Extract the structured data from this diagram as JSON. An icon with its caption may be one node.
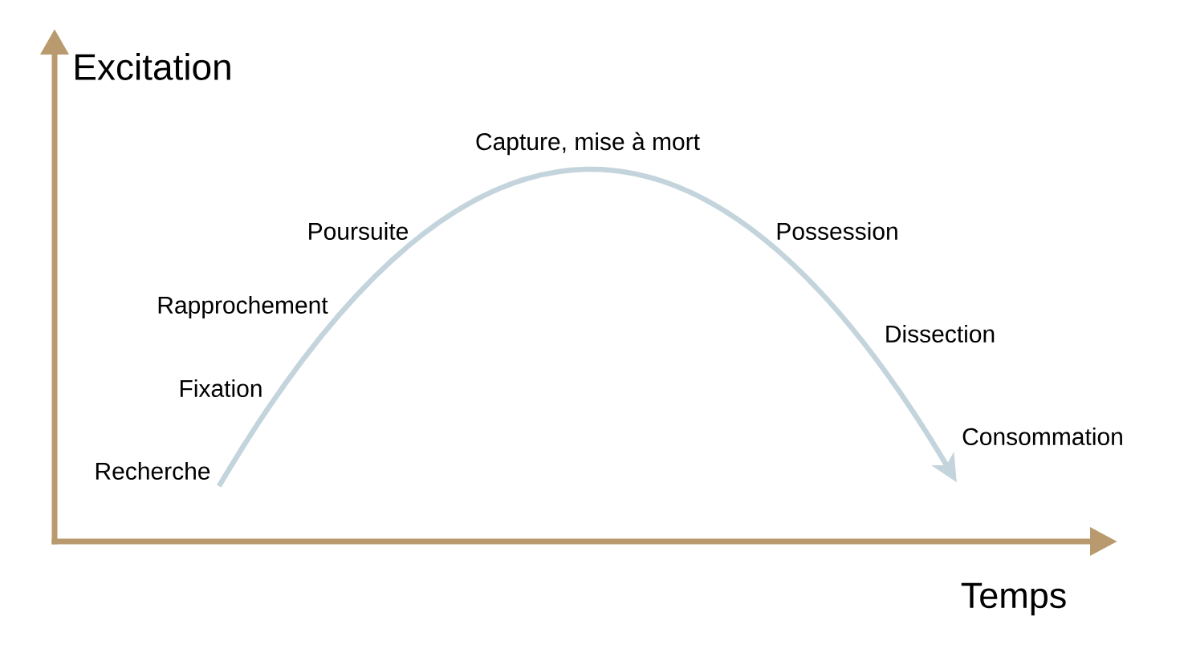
{
  "diagram": {
    "nodes": [
      {
        "text": [
          "Recherche"
        ]
      },
      {
        "text": [
          "Consommation"
        ]
      }
    ],
    "edges": [
      {
        "from": 0,
        "to": 1,
        "arrow": "to"
      }
    ],
    "labels": [
      "Excitation",
      "Capture, mise à mort",
      "Poursuite",
      "Possession",
      "Rapprochement",
      "Dissection",
      "Fixation",
      "Temps"
    ]
  }
}
